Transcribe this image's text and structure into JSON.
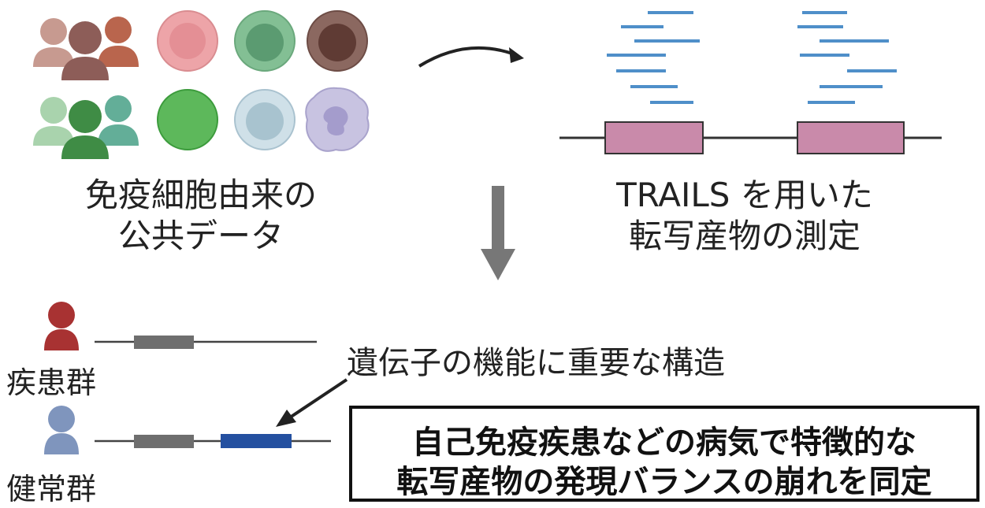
{
  "captions": {
    "public_data_line1": "免疫細胞由来の",
    "public_data_line2": "公共データ",
    "trails_line1": "TRAILS を用いた",
    "trails_line2": "転写産物の測定"
  },
  "groups": {
    "patient": "疾患群",
    "healthy": "健常群"
  },
  "annotation": "遺伝子の機能に重要な構造",
  "result": {
    "line1": "自己免疫疾患などの病気で特徴的な",
    "line2": "転写産物の発現バランスの崩れを同定"
  },
  "icons": {
    "top_people": "people-group-icon",
    "cells": [
      "pink-cell-icon",
      "green-cell-icon",
      "brown-cell-icon",
      "bright-green-cell-icon",
      "pale-blue-cell-icon",
      "lavender-macrophage-icon"
    ],
    "patient_person": "person-icon",
    "healthy_person": "person-icon"
  },
  "colors": {
    "read_blue": "#4f8fc9",
    "exon_pink": "#c98aaa",
    "exon_gray": "#6e6e6e",
    "highlight_exon": "#2450a0",
    "patient_red": "#a83232",
    "healthy_blue": "#7f95bd"
  }
}
